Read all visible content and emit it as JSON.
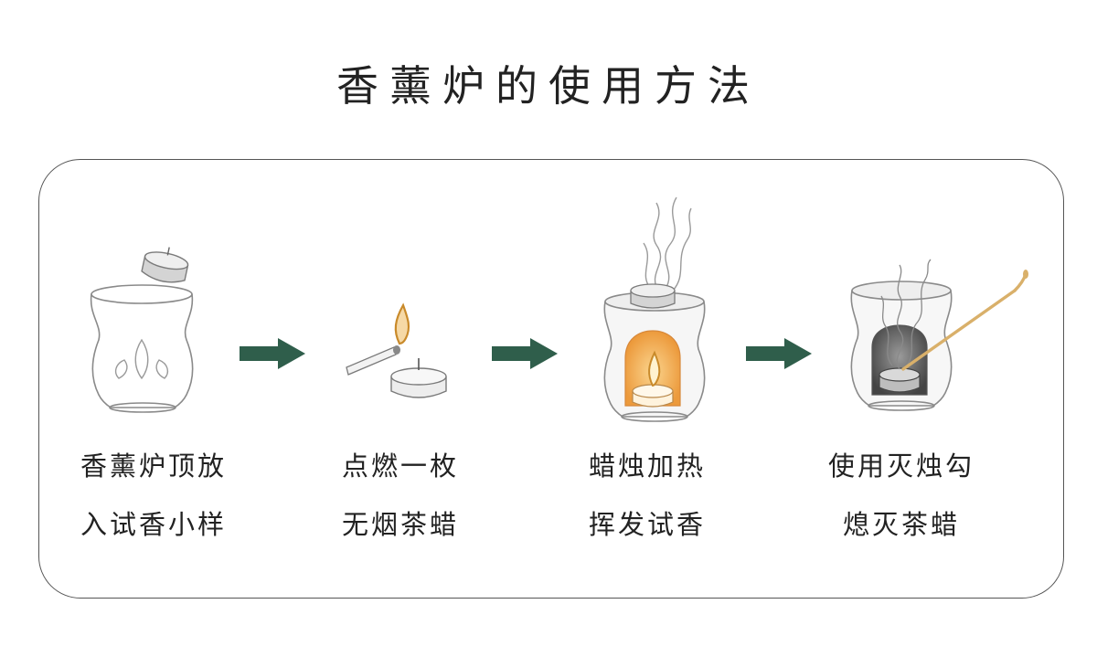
{
  "title": "香薰炉的使用方法",
  "steps": [
    {
      "line1": "香薰炉顶放",
      "line2": "入试香小样"
    },
    {
      "line1": "点燃一枚",
      "line2": "无烟茶蜡"
    },
    {
      "line1": "蜡烛加热",
      "line2": "挥发试香"
    },
    {
      "line1": "使用灭烛勾",
      "line2": "熄灭茶蜡"
    }
  ],
  "colors": {
    "arrow": "#2f5e4b",
    "glow": "#f0a64a",
    "flame": "#c98a2a",
    "outline": "#8a8a8a",
    "snuffer": "#d9b06a"
  }
}
